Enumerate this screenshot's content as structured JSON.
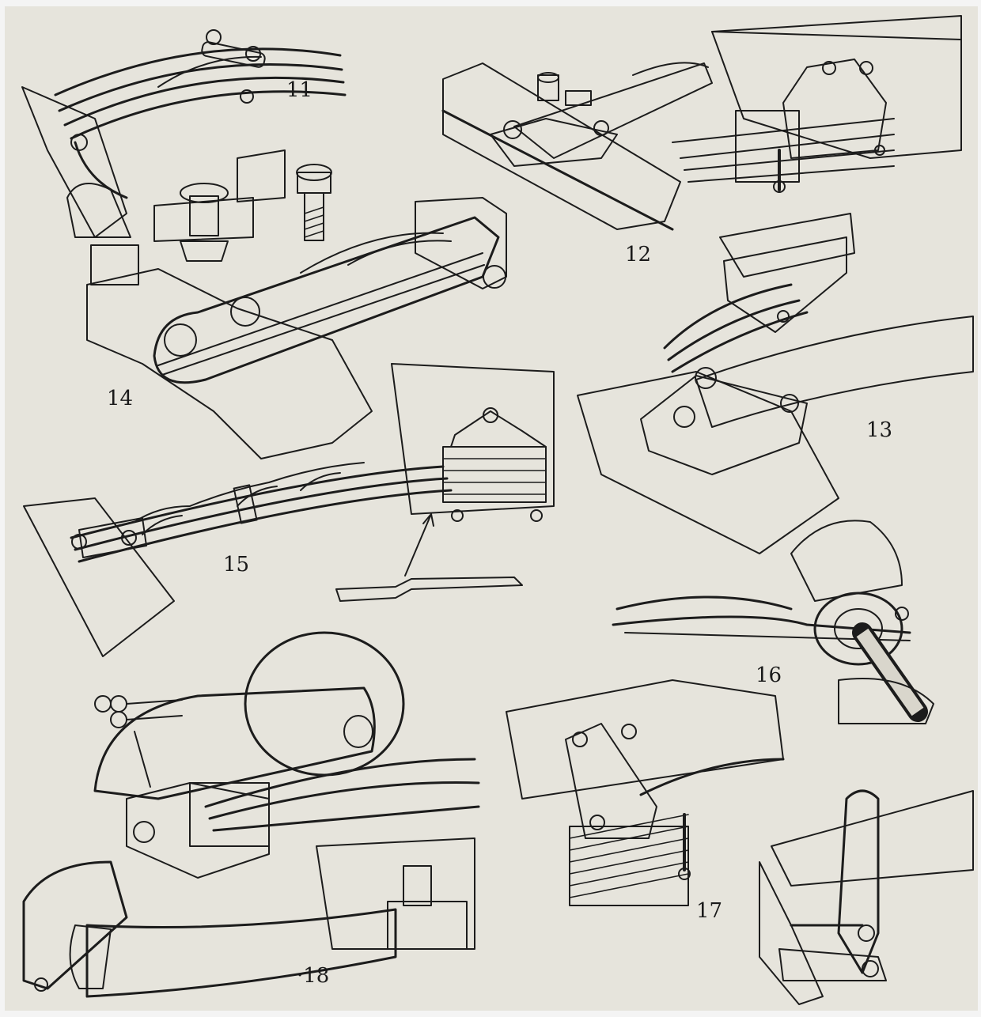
{
  "figures": [
    {
      "id": "fig-11",
      "label": "11"
    },
    {
      "id": "fig-12",
      "label": "12"
    },
    {
      "id": "fig-13",
      "label": "13"
    },
    {
      "id": "fig-14",
      "label": "14"
    },
    {
      "id": "fig-15",
      "label": "15"
    },
    {
      "id": "fig-16",
      "label": "16"
    },
    {
      "id": "fig-17",
      "label": "17"
    },
    {
      "id": "fig-18",
      "label": "·18"
    }
  ],
  "colors": {
    "paper": "#e6e4dc",
    "ink": "#1c1c1c",
    "metal": "#d9d6cc",
    "shade": "#9c998f",
    "frame": "#f4f4f4"
  }
}
